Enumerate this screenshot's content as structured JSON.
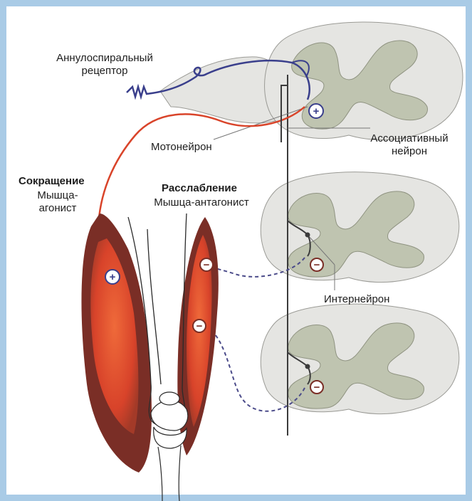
{
  "colors": {
    "frame": "#a9cbe6",
    "spinal_white": "#e5e5e2",
    "spinal_gray": "#bfc4b0",
    "muscle_dark": "#7a2e26",
    "muscle_bright": "#e0502a",
    "afferent_fiber": "#3a3f8c",
    "motor_fiber": "#d9442a"
  },
  "labels": {
    "receptor": "Аннулоспиральный\nрецептор",
    "motoneuron": "Мотонейрон",
    "association_neuron": "Ассоциативный\nнейрон",
    "contraction_title": "Сокращение",
    "contraction_muscle": "Мышца-\nагонист",
    "relaxation_title": "Расслабление",
    "relaxation_muscle": "Мышца-антагонист",
    "interneuron": "Интернейрон"
  },
  "signs": {
    "excitatory": "+",
    "inhibitory": "−"
  }
}
